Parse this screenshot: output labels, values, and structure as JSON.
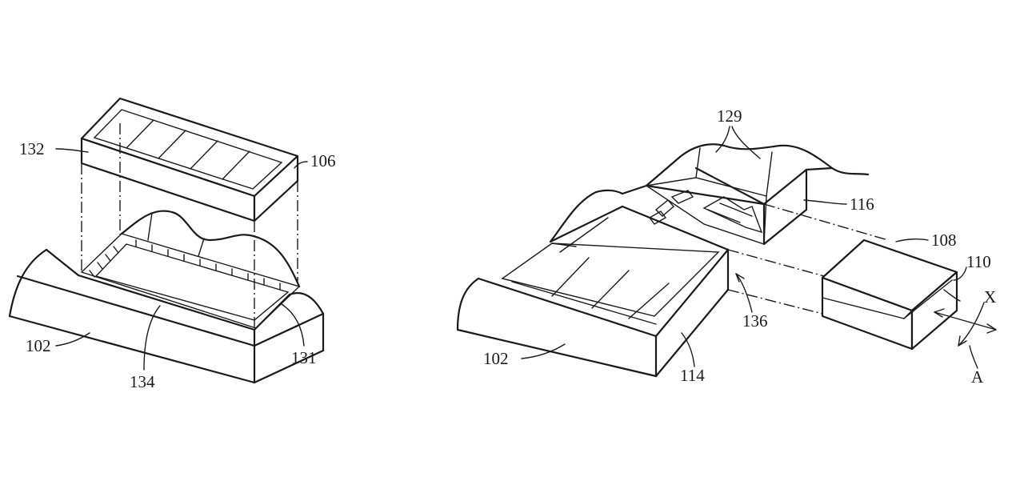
{
  "figure_left": {
    "labels": {
      "ref_132": "132",
      "ref_106": "106",
      "ref_102": "102",
      "ref_134": "134",
      "ref_131": "131"
    }
  },
  "figure_right": {
    "labels": {
      "ref_129": "129",
      "ref_116": "116",
      "ref_108": "108",
      "ref_110": "110",
      "ref_X": "X",
      "ref_136": "136",
      "ref_102": "102",
      "ref_114": "114",
      "ref_A": "A"
    }
  }
}
